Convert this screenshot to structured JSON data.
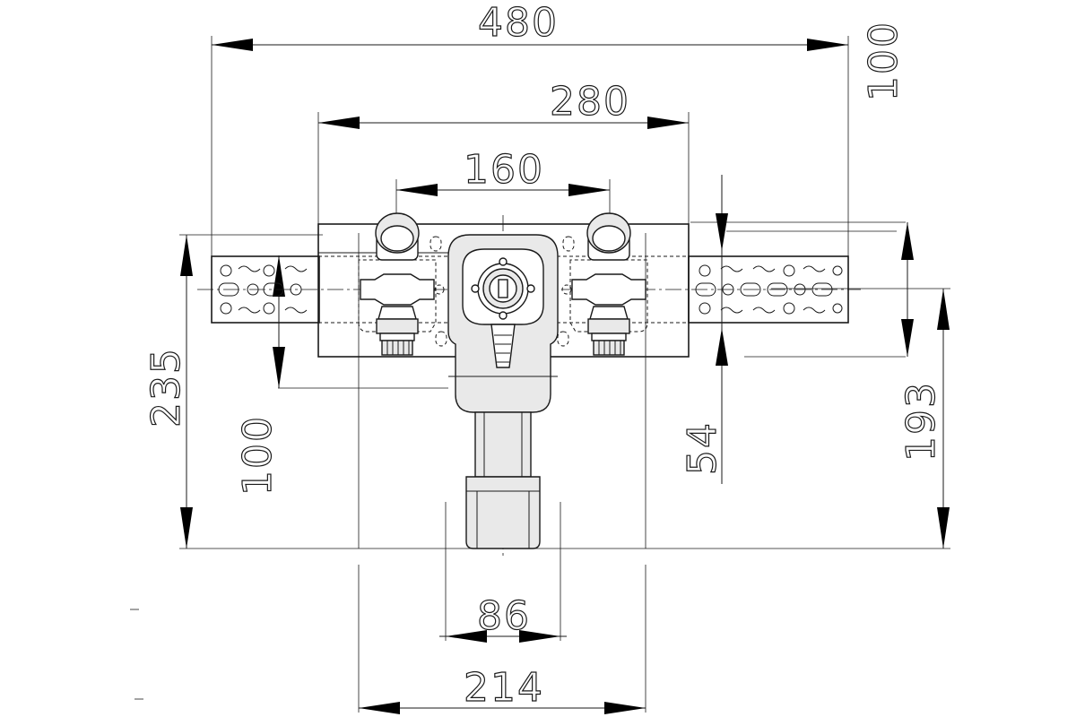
{
  "dimensions": {
    "overall_width": "480",
    "body_width": "280",
    "valve_spacing": "160",
    "top_offset": "100",
    "total_height": "235",
    "outlet_height": "100",
    "bracket_to_outlet": "54",
    "right_height": "193",
    "pipe_width": "86",
    "base_width": "214"
  }
}
